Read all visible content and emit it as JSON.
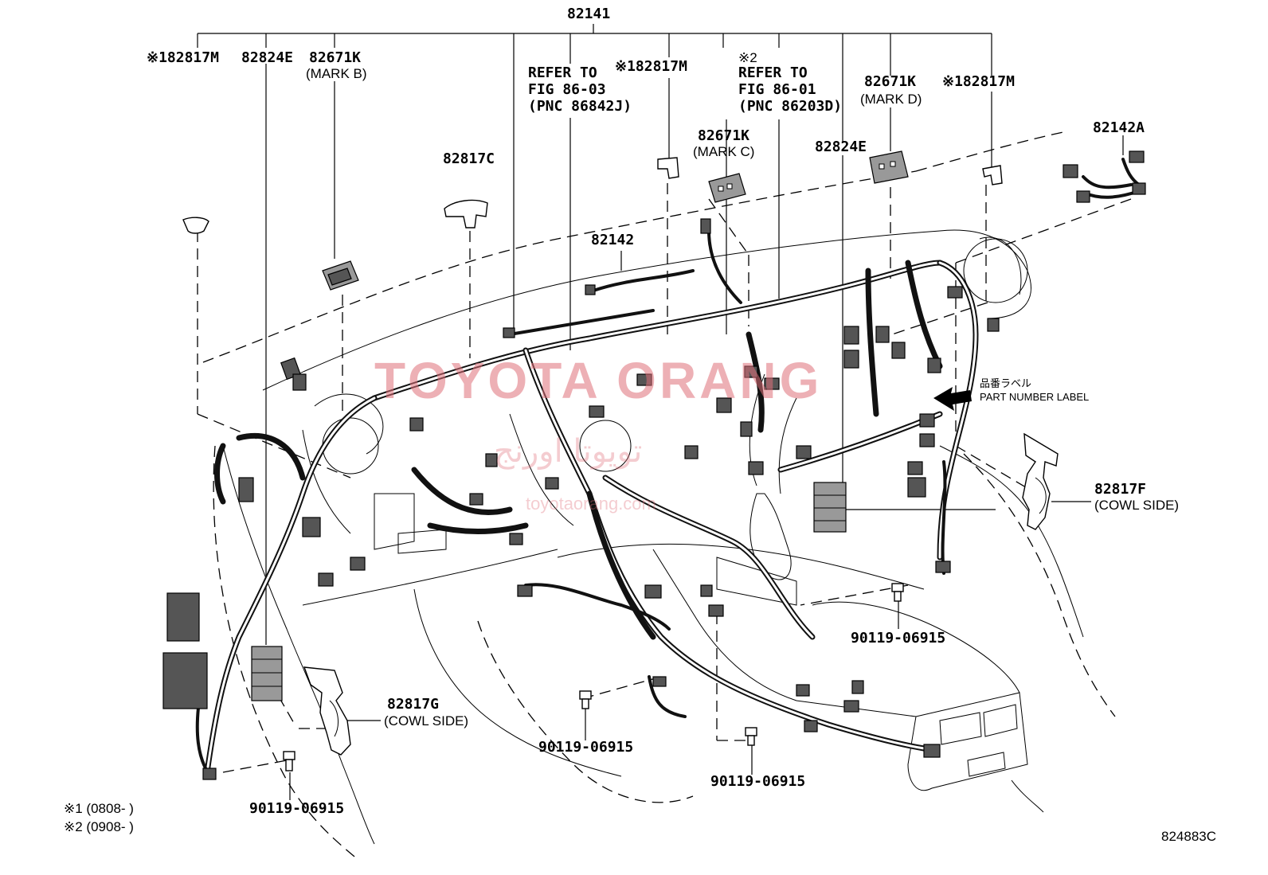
{
  "labels": {
    "main_harness": "82141",
    "clip_82817m_a": "※182817M",
    "part_82824e_a": "82824E",
    "part_82671k_b": "82671K",
    "mark_b": "(MARK B)",
    "refer_a_1": "REFER TO",
    "refer_a_2": "FIG 86-03",
    "refer_a_3": "(PNC 86842J)",
    "clip_82817m_b": "※182817M",
    "refer_b_0": "※2",
    "refer_b_1": "REFER TO",
    "refer_b_2": "FIG 86-01",
    "refer_b_3": "(PNC 86203D)",
    "part_82671k_d": "82671K",
    "mark_d": "(MARK D)",
    "clip_82817m_c": "※182817M",
    "part_82142a": "82142A",
    "part_82817c": "82817C",
    "part_82671k_c": "82671K",
    "mark_c": "(MARK C)",
    "part_82824e_b": "82824E",
    "part_82142": "82142",
    "label_jp": "品番ラベル",
    "label_en": "PART NUMBER LABEL",
    "part_82817f": "82817F",
    "cowl_side_f": "(COWL SIDE)",
    "part_82817g": "82817G",
    "cowl_side_g": "(COWL SIDE)",
    "bolt_a": "90119-06915",
    "bolt_b": "90119-06915",
    "bolt_c": "90119-06915",
    "bolt_d": "90119-06915",
    "note_1": "※1 (0808-        )",
    "note_2": "※2 (0908-        )",
    "figure_id": "824883C"
  },
  "watermark": {
    "brand": "TOYOTA ORANG",
    "arabic": "تويوتا اورنج",
    "url": "toyotaorang.com"
  },
  "colors": {
    "ink": "#000000",
    "watermark": "#e0707a",
    "background": "#ffffff"
  }
}
